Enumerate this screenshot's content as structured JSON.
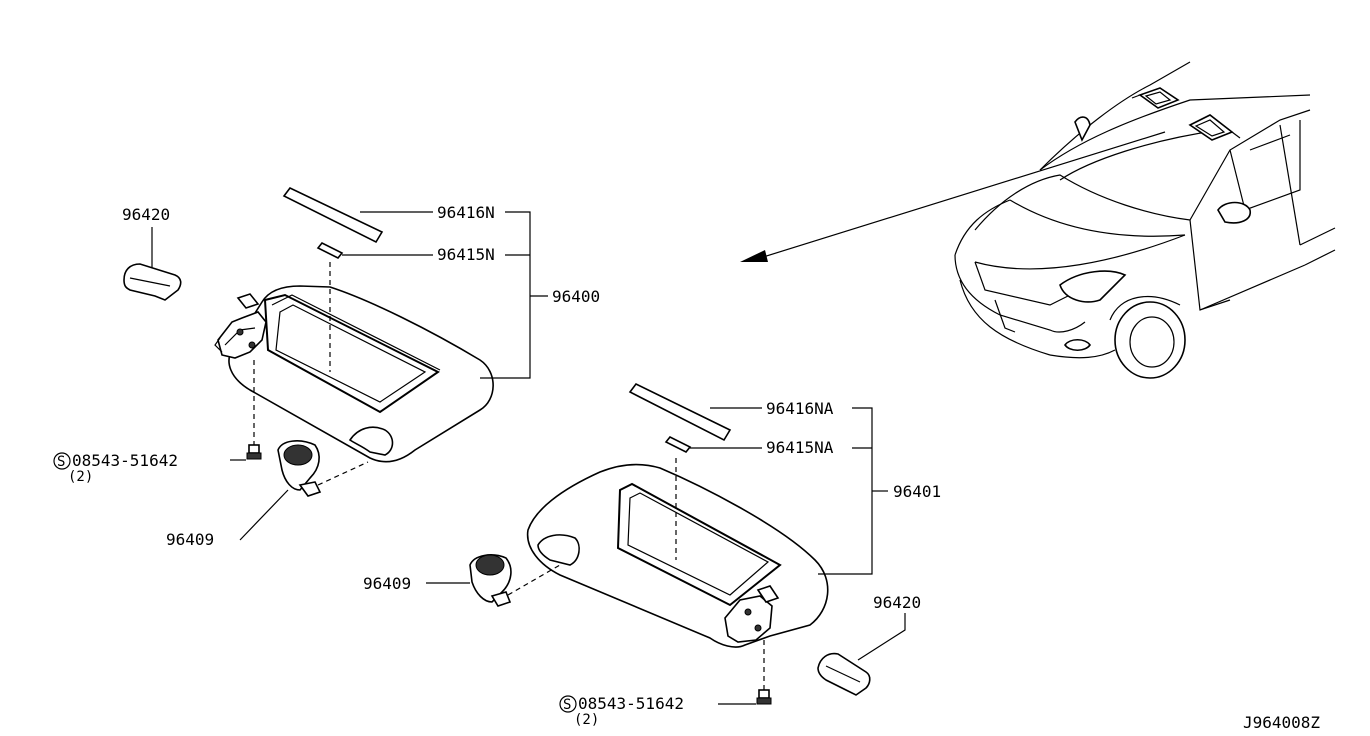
{
  "diagram_id": "J964008Z",
  "parts": {
    "lamp_cover_left": "96420",
    "lamp_cover_right": "96420",
    "label_left_large": "96416N",
    "label_left_small": "96415N",
    "visor_left": "96400",
    "label_right_large": "96416NA",
    "label_right_small": "96415NA",
    "visor_right": "96401",
    "holder_left": "96409",
    "holder_right": "96409",
    "screw_left": "08543-51642",
    "screw_left_qty": "(2)",
    "screw_right": "08543-51642",
    "screw_right_qty": "(2)",
    "screw_symbol": "S"
  },
  "colors": {
    "line": "#000000",
    "background": "#ffffff"
  }
}
